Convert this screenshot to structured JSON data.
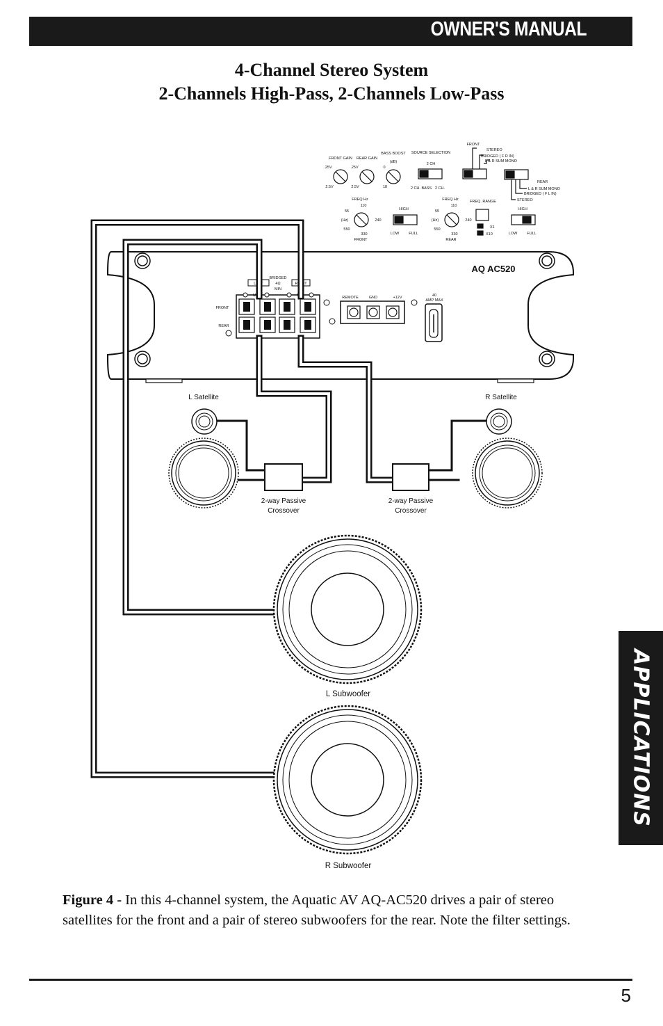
{
  "header": {
    "title": "OWNER'S MANUAL"
  },
  "heading": {
    "line1": "4-Channel Stereo System",
    "line2": "2-Channels High-Pass, 2-Channels Low-Pass"
  },
  "side_tab": {
    "label": "APPLICATIONS"
  },
  "controls": {
    "front_gain": "FRONT GAIN",
    "rear_gain": "REAR GAIN",
    "bass_boost": "BASS BOOST",
    "bass_boost_unit": "(dB)",
    "gain_min": ".25V",
    "gain_max": "2.5V",
    "boost_min": "0",
    "boost_max": "18",
    "source_selection": "SOURCE SELECTION",
    "source_2ch": "2 CH",
    "source_2ch_bass": "2 CH. BASS",
    "source_2ch_b": "2 CH.",
    "front_mode_title": "FRONT",
    "front_mode_stereo": "STEREO",
    "front_mode_bridged": "BRIDGED ( F R IN)",
    "front_mode_sum": "L & R SUM MONO",
    "rear_mode_title": "REAR",
    "rear_mode_sum": "L & R SUM MONO",
    "rear_mode_bridged": "BRIDGED ( F L IN)",
    "rear_mode_stereo": "STEREO",
    "freq_hz": "FREQ Hz",
    "freq_55": "55",
    "freq_110": "110",
    "freq_240": "240",
    "freq_330": "330",
    "freq_550": "550",
    "hz_unit": "(Hz)",
    "front_label": "FRONT",
    "rear_label": "REAR",
    "high": "HIGH",
    "low": "LOW",
    "full": "FULL",
    "freq_range": "FREQ. RANGE",
    "x1": "X1",
    "x10": "X10"
  },
  "amplifier": {
    "model": "AQ AC520",
    "left": "LEFT",
    "right": "RIGHT",
    "bridged": "BRIDGED",
    "bridged_ohm": "4Ω",
    "bridged_min": "MIN",
    "min": "MIN",
    "front": "FRONT",
    "rear": "REAR",
    "remote": "REMOTE",
    "gnd": "GND",
    "plus12v": "+12V",
    "fuse_rating": "40",
    "fuse_label": "AMP MAX"
  },
  "speakers": {
    "l_satellite": "L Satellite",
    "r_satellite": "R Satellite",
    "crossover_line1": "2-way Passive",
    "crossover_line2": "Crossover",
    "l_subwoofer": "L Subwoofer",
    "r_subwoofer": "R Subwoofer"
  },
  "caption": {
    "lead": "Figure 4 -",
    "text": " In this 4-channel system, the Aquatic AV AQ-AC520 drives a pair of stereo satellites for the front and a pair of stereo subwoofers for the rear. Note the filter settings."
  },
  "page_number": "5"
}
